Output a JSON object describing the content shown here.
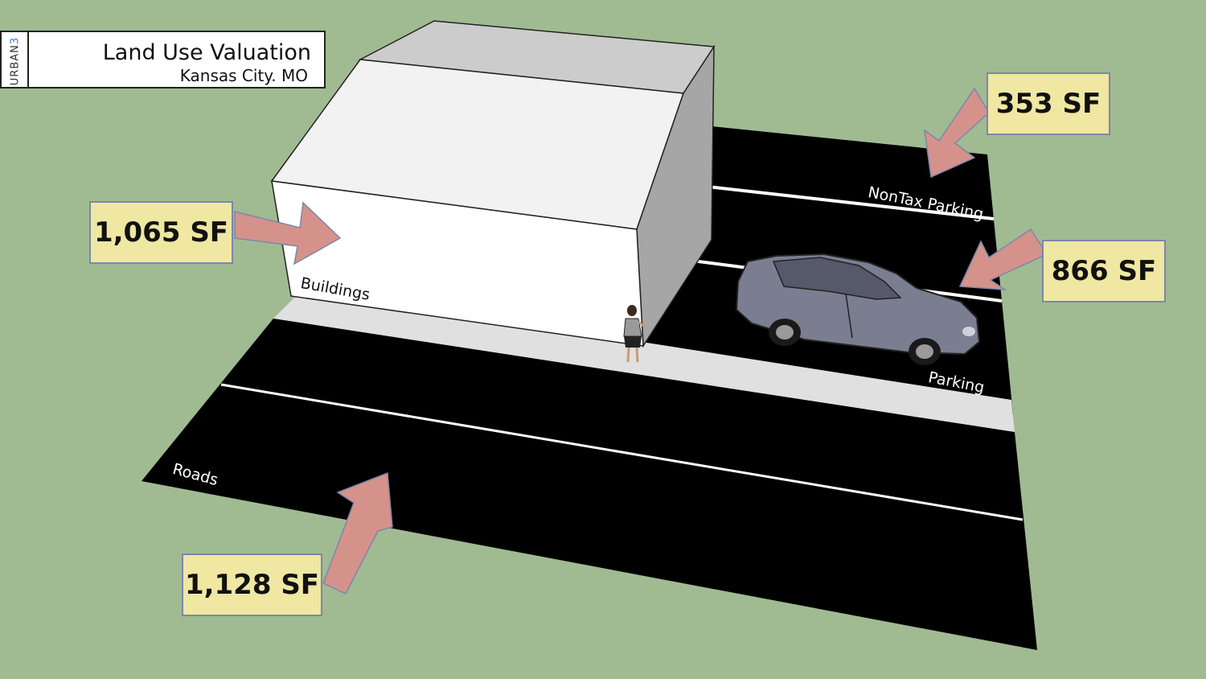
{
  "title": {
    "brand": "URBAN",
    "brand_number": "3",
    "main": "Land Use Valuation",
    "subtitle": "Kansas City. MO"
  },
  "callouts": {
    "buildings": "1,065 SF",
    "nontax_parking": "353 SF",
    "parking": "866 SF",
    "roads": "1,128 SF"
  },
  "zone_labels": {
    "buildings": "Buildings",
    "nontax_parking": "NonTax Parking",
    "parking": "Parking",
    "roads": "Roads"
  },
  "colors": {
    "background": "#a0bb92",
    "pavement": "#000000",
    "sidewalk": "#e0e0e0",
    "building": "#ffffff",
    "callout_fill": "#efe7a2",
    "arrow_fill": "#d4928a"
  }
}
